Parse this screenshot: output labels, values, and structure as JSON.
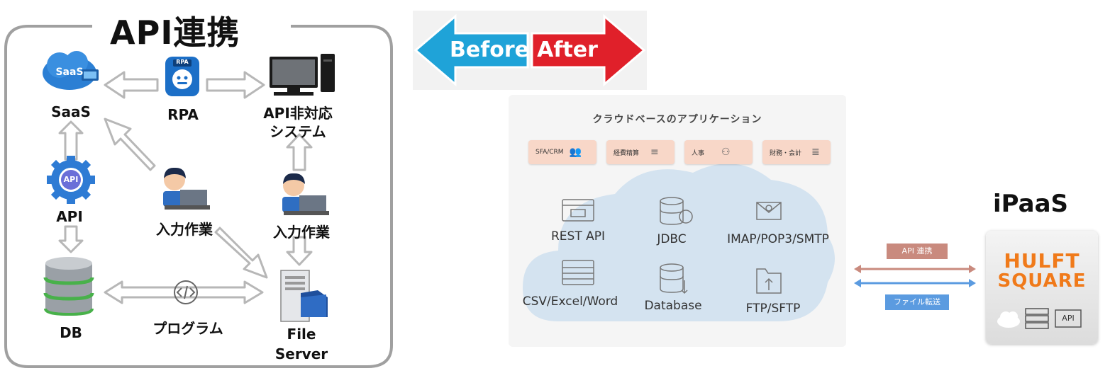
{
  "left_panel": {
    "title": "API連携",
    "nodes": {
      "saas": {
        "icon_text": "SaaS",
        "label": "SaaS"
      },
      "rpa": {
        "icon_text": "RPA",
        "label": "RPA"
      },
      "api_unsupported": {
        "label_line1": "API非対応",
        "label_line2": "システム"
      },
      "api": {
        "icon_text": "API",
        "label": "API"
      },
      "manual_left": {
        "label": "入力作業"
      },
      "manual_right": {
        "label": "入力作業"
      },
      "db": {
        "label": "DB"
      },
      "program": {
        "label": "プログラム"
      },
      "file_server": {
        "label_line1": "File",
        "label_line2": "Server"
      }
    }
  },
  "banner": {
    "before": "Before",
    "after": "After"
  },
  "cloud_panel": {
    "title": "クラウドベースのアプリケーション",
    "chips": [
      "SFA/CRM",
      "経費精算",
      "人事",
      "財務・会計"
    ],
    "protocols": [
      "REST API",
      "JDBC",
      "IMAP/POP3/SMTP",
      "CSV/Excel/Word",
      "Database",
      "FTP/SFTP"
    ]
  },
  "connectors": {
    "api_tag": "API 連携",
    "file_tag": "ファイル転送"
  },
  "ipaas": {
    "heading": "iPaaS",
    "brand_line1": "HULFT",
    "brand_line2": "SQUARE",
    "api_badge": "API"
  },
  "colors": {
    "before_arrow": "#1fa3d8",
    "after_arrow": "#e0202a",
    "hulft_orange": "#f07a1a",
    "api_link": "#c98a7e",
    "file_link": "#5b9be0"
  }
}
